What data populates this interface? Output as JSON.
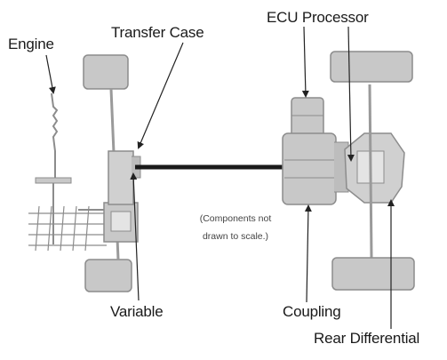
{
  "labels": {
    "engine": "Engine",
    "transfer_case": "Transfer Case",
    "ecu_processor": "ECU Processor",
    "variable": "Variable",
    "coupling": "Coupling",
    "rear_differential": "Rear Differential"
  },
  "note": {
    "line1": "(Components not",
    "line2": "drawn to scale.)"
  },
  "colors": {
    "part_fill": "#c8c8c8",
    "part_stroke": "#8c8c8c",
    "shaft": "#1a1a1a",
    "leader": "#222222"
  }
}
